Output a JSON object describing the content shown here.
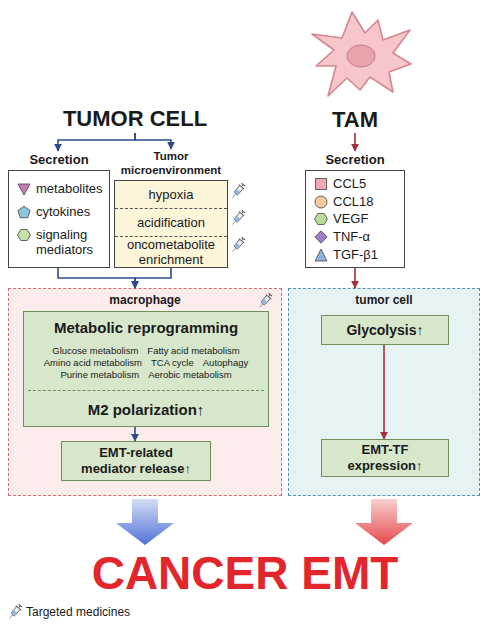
{
  "diagram": {
    "nodes": [
      {
        "text": [
          "TUMOR CELL"
        ]
      },
      {
        "text": [
          "TAM"
        ]
      },
      {
        "text": [
          "Secretion",
          "metabolites",
          "cytokines",
          "signaling mediators"
        ]
      },
      {
        "text": [
          "Tumor microenvironment",
          "hypoxia",
          "acidification",
          "oncometabolite enrichment"
        ]
      },
      {
        "text": [
          "Secretion",
          "CCL5",
          "CCL18",
          "VEGF",
          "TNF-α",
          "TGF-β1"
        ]
      },
      {
        "text": [
          "macrophage"
        ]
      },
      {
        "text": [
          "Metabolic reprogramming",
          "Glucose metabolism",
          "Fatty acid metabolism",
          "Amino acid metabolism",
          "TCA cycle",
          "Autophagy",
          "Purine metabolism",
          "Aerobic metabolism",
          "M2 polarization↑"
        ],
        "in": 5
      },
      {
        "text": [
          "EMT-related mediator release↑"
        ],
        "in": 5
      },
      {
        "text": [
          "tumor cell"
        ]
      },
      {
        "text": [
          "Glycolysis↑"
        ],
        "in": 8
      },
      {
        "text": [
          "EMT-TF expression↑"
        ],
        "in": 8
      },
      {
        "text": [
          "CANCER EMT"
        ]
      }
    ],
    "edges": [
      {
        "from": 0,
        "to": 2,
        "arrow": "to"
      },
      {
        "from": 0,
        "to": 3,
        "arrow": "to"
      },
      {
        "from": 1,
        "to": 4,
        "arrow": "to"
      },
      {
        "from": 2,
        "to": 5,
        "arrow": "to"
      },
      {
        "from": 3,
        "to": 5,
        "arrow": "to"
      },
      {
        "from": 4,
        "to": 8,
        "arrow": "to"
      },
      {
        "from": 6,
        "to": 7,
        "arrow": "to"
      },
      {
        "from": 9,
        "to": 10,
        "arrow": "to"
      },
      {
        "from": 5,
        "to": 11,
        "arrow": "to"
      },
      {
        "from": 8,
        "to": 11,
        "arrow": "to"
      }
    ],
    "legend": [
      {
        "text": "Targeted medicines"
      }
    ]
  }
}
